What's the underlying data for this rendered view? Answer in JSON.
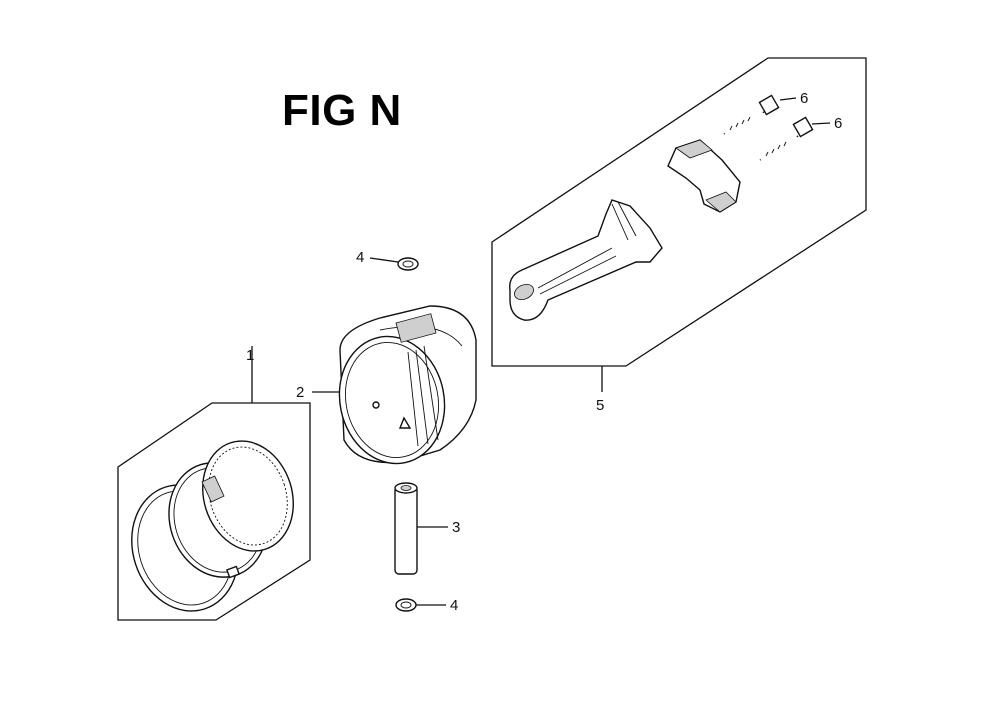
{
  "figure": {
    "title": "FIG N"
  },
  "callouts": {
    "c1": "1",
    "c2": "2",
    "c3": "3",
    "c4_top": "4",
    "c4_bottom": "4",
    "c5": "5",
    "c6_a": "6",
    "c6_b": "6"
  }
}
